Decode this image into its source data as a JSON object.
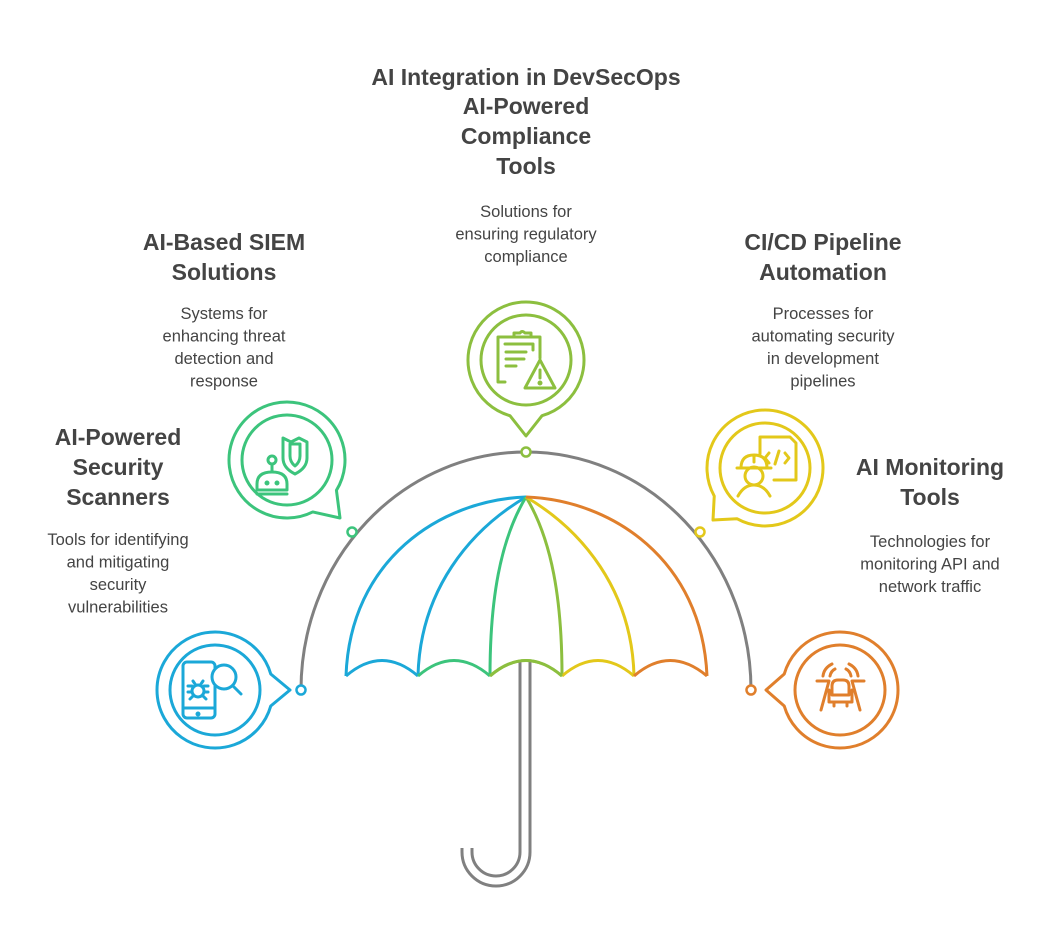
{
  "title": "AI Integration in DevSecOps",
  "colors": {
    "blue": "#1ba8d8",
    "green": "#3cc47c",
    "lime": "#8cbf3f",
    "yellow": "#e3c81a",
    "orange": "#e07f2c",
    "gray": "#808080",
    "text": "#444444"
  },
  "items": [
    {
      "id": "scanners",
      "title": [
        "AI-Powered",
        "Security",
        "Scanners"
      ],
      "description": [
        "Tools for identifying",
        "and mitigating",
        "security",
        "vulnerabilities"
      ],
      "icon": "mobile-bug-scan-icon",
      "color": "#1ba8d8"
    },
    {
      "id": "siem",
      "title": [
        "AI-Based SIEM",
        "Solutions"
      ],
      "description": [
        "Systems for",
        "enhancing threat",
        "detection and",
        "response"
      ],
      "icon": "robot-shield-icon",
      "color": "#3cc47c"
    },
    {
      "id": "compliance",
      "title": [
        "AI-Powered",
        "Compliance",
        "Tools"
      ],
      "description": [
        "Solutions for",
        "ensuring regulatory",
        "compliance"
      ],
      "icon": "clipboard-warning-icon",
      "color": "#8cbf3f"
    },
    {
      "id": "cicd",
      "title": [
        "CI/CD Pipeline",
        "Automation"
      ],
      "description": [
        "Processes for",
        "automating security",
        "in development",
        "pipelines"
      ],
      "icon": "developer-code-icon",
      "color": "#e3c81a"
    },
    {
      "id": "monitoring",
      "title": [
        "AI Monitoring",
        "Tools"
      ],
      "description": [
        "Technologies for",
        "monitoring API and",
        "network traffic"
      ],
      "icon": "traffic-monitoring-icon",
      "color": "#e07f2c"
    }
  ]
}
